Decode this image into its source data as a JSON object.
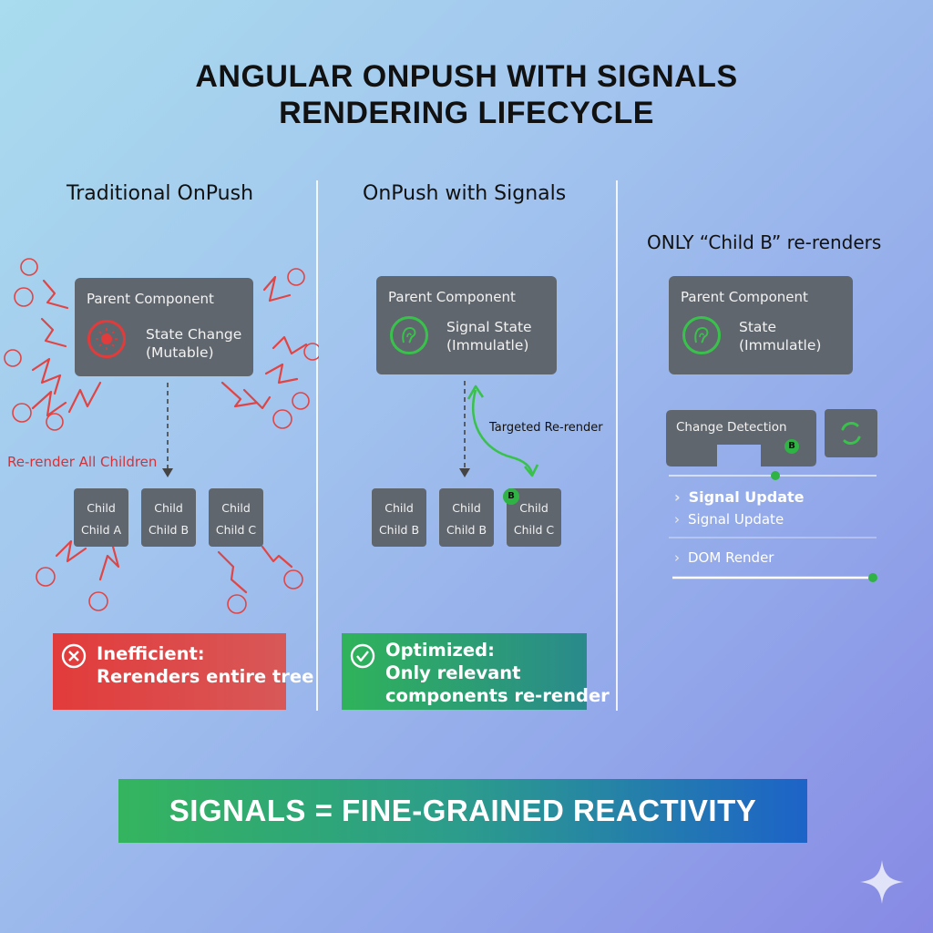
{
  "title": {
    "line1": "ANGULAR ONPUSH WITH SIGNALS",
    "line2": "RENDERING LIFECYCLE"
  },
  "colors": {
    "bad": "#e23b3b",
    "good": "#39c24b",
    "box": "#60666d"
  },
  "traditional": {
    "heading": "Traditional OnPush",
    "parent_label": "Parent Component",
    "state_line1": "State Change",
    "state_line2": "(Mutable)",
    "rerender_label": "Re-render All Children",
    "children": [
      {
        "line1": "Child",
        "line2": "Child A"
      },
      {
        "line1": "Child",
        "line2": "Child B"
      },
      {
        "line1": "Child",
        "line2": "Child C"
      }
    ],
    "banner_line1": "Inefficient:",
    "banner_line2": "Rerenders entire tree"
  },
  "signals": {
    "heading": "OnPush with Signals",
    "parent_label": "Parent Component",
    "state_line1": "Signal State",
    "state_line2": "(Immulatle)",
    "targeted_label": "Targeted Re-render",
    "children": [
      {
        "line1": "Child",
        "line2": "Child B"
      },
      {
        "line1": "Child",
        "line2": "Child B"
      },
      {
        "line1": "Child",
        "line2": "Child C"
      }
    ],
    "badge": "B",
    "banner_line1": "Optimized:",
    "banner_line2": "Only relevant",
    "banner_line3": "components re-render"
  },
  "only": {
    "heading": "ONLY “Child B” re-renders",
    "parent_label": "Parent Component",
    "state_line1": "State",
    "state_line2": "(Immulatle)",
    "change_detection_label": "Change Detection",
    "badge": "B",
    "timeline": [
      {
        "label": "Signal Update",
        "bold": true
      },
      {
        "label": "Signal Update",
        "bold": false
      },
      {
        "label": "DOM Render",
        "bold": false
      }
    ]
  },
  "footer": {
    "text": "SIGNALS = FINE-GRAINED REACTIVITY"
  }
}
